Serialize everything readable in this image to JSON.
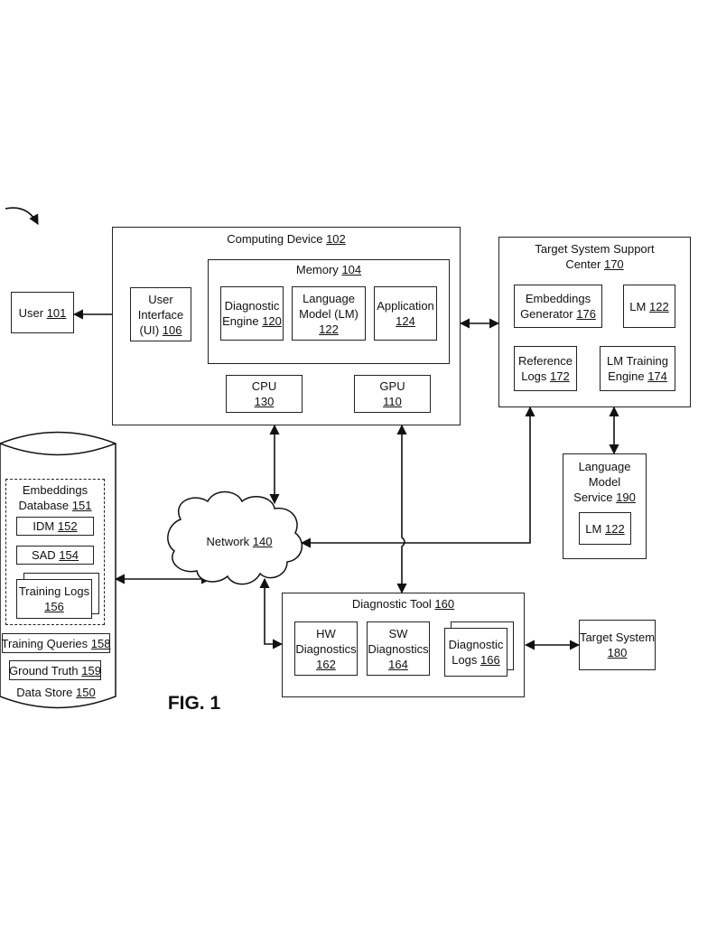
{
  "figure_label": "FIG. 1",
  "nodes": {
    "user": {
      "name": "User",
      "ref": "101"
    },
    "computing_device": {
      "name": "Computing Device",
      "ref": "102"
    },
    "ui": {
      "name_lines": [
        "User",
        "Interface"
      ],
      "name_last": "(UI)",
      "ref": "106"
    },
    "memory": {
      "name": "Memory",
      "ref": "104"
    },
    "diagnostic_engine": {
      "line1": "Diagnostic",
      "line2": "Engine",
      "ref": "120"
    },
    "language_model": {
      "line1": "Language",
      "line2": "Model (LM)",
      "ref": "122"
    },
    "application": {
      "line1": "Application",
      "ref": "124"
    },
    "cpu": {
      "name": "CPU",
      "ref": "130"
    },
    "gpu": {
      "name": "GPU",
      "ref": "110"
    },
    "support_center": {
      "line1": "Target System Support",
      "line2": "Center",
      "ref": "170"
    },
    "embeddings_generator": {
      "line1": "Embeddings",
      "line2": "Generator",
      "ref": "176"
    },
    "lm_support": {
      "name": "LM",
      "ref": "122"
    },
    "reference_logs": {
      "line1": "Reference",
      "line2": "Logs",
      "ref": "172"
    },
    "lm_training_engine": {
      "line1": "LM Training",
      "line2": "Engine",
      "ref": "174"
    },
    "lm_service": {
      "line1": "Language",
      "line2": "Model",
      "line3": "Service",
      "ref": "190"
    },
    "lm_service_inner": {
      "name": "LM",
      "ref": "122"
    },
    "network": {
      "name": "Network",
      "ref": "140"
    },
    "data_store": {
      "name": "Data Store",
      "ref": "150"
    },
    "embeddings_db": {
      "line1": "Embeddings",
      "line2": "Database",
      "ref": "151"
    },
    "idm": {
      "name": "IDM",
      "ref": "152"
    },
    "sad": {
      "name": "SAD",
      "ref": "154"
    },
    "training_logs": {
      "line1": "Training Logs",
      "ref": "156"
    },
    "training_queries": {
      "name": "Training Queries",
      "ref": "158"
    },
    "ground_truth": {
      "name": "Ground Truth",
      "ref": "159"
    },
    "diagnostic_tool": {
      "name": "Diagnostic Tool",
      "ref": "160"
    },
    "hw_diag": {
      "line1": "HW",
      "line2": "Diagnostics",
      "ref": "162"
    },
    "sw_diag": {
      "line1": "SW",
      "line2": "Diagnostics",
      "ref": "164"
    },
    "diag_logs": {
      "line1": "Diagnostic",
      "line2": "Logs",
      "ref": "166"
    },
    "target_system": {
      "name": "Target System",
      "ref": "180"
    }
  }
}
